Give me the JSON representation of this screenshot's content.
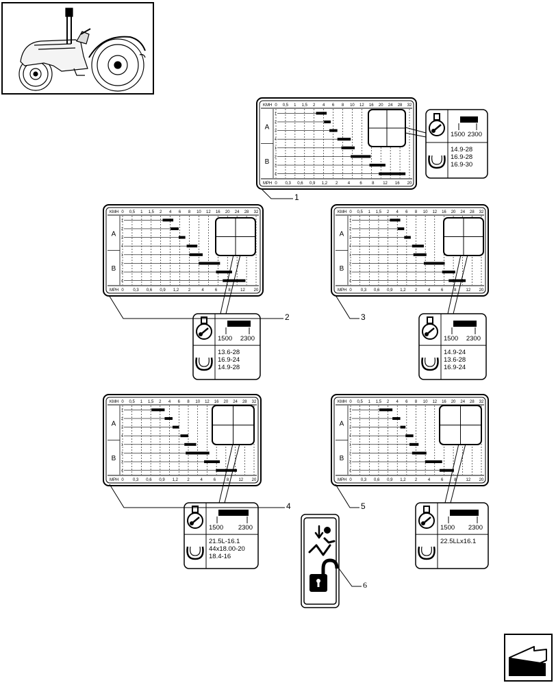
{
  "decals": [
    {
      "callout": "1",
      "scale_kmh": [
        "0",
        "0,5",
        "1",
        "1,5",
        "2",
        "4",
        "6",
        "8",
        "10",
        "12",
        "16",
        "20",
        "24",
        "28",
        "32"
      ],
      "scale_mph": [
        "0",
        "0,3",
        "0,6",
        "0,9",
        "1,2",
        "2",
        "4",
        "6",
        "8",
        "12",
        "16",
        "20"
      ],
      "kmh_label": "KMH",
      "mph_label": "MPH",
      "ranges": [
        "A",
        "B"
      ],
      "gears": [
        "1",
        "2",
        "3",
        "4",
        "1",
        "2",
        "3",
        "4"
      ],
      "rpm_min": "1500",
      "rpm_max": "2300",
      "tyres": [
        "14.9-28",
        "16.9-28",
        "16.9-30"
      ]
    },
    {
      "callout": "2",
      "scale_kmh": [
        "0",
        "0,5",
        "1",
        "1,5",
        "2",
        "4",
        "6",
        "8",
        "10",
        "12",
        "16",
        "20",
        "24",
        "28",
        "32"
      ],
      "scale_mph": [
        "0",
        "0,3",
        "0,6",
        "0,9",
        "1,2",
        "2",
        "4",
        "6",
        "8",
        "12",
        "20"
      ],
      "kmh_label": "KMH",
      "mph_label": "MPH",
      "ranges": [
        "A",
        "B"
      ],
      "gears": [
        "1",
        "2",
        "3",
        "4",
        "1",
        "2",
        "3",
        "4"
      ],
      "rpm_min": "1500",
      "rpm_max": "2300",
      "tyres": [
        "13.6-28",
        "16.9-24",
        "14.9-28"
      ]
    },
    {
      "callout": "3",
      "scale_kmh": [
        "0",
        "0,5",
        "1",
        "1,5",
        "2",
        "4",
        "6",
        "8",
        "10",
        "12",
        "16",
        "20",
        "24",
        "28",
        "32"
      ],
      "scale_mph": [
        "0",
        "0,3",
        "0,6",
        "0,9",
        "1,2",
        "2",
        "4",
        "6",
        "8",
        "12",
        "20"
      ],
      "kmh_label": "KMH",
      "mph_label": "MPH",
      "ranges": [
        "A",
        "B"
      ],
      "gears": [
        "1",
        "2",
        "3",
        "4",
        "1",
        "2",
        "3",
        "4"
      ],
      "rpm_min": "1500",
      "rpm_max": "2300",
      "tyres": [
        "14.9-24",
        "13.6-28",
        "16.9-24"
      ]
    },
    {
      "callout": "4",
      "scale_kmh": [
        "0",
        "0,5",
        "1",
        "1,5",
        "2",
        "4",
        "6",
        "8",
        "10",
        "12",
        "16",
        "20",
        "24",
        "28",
        "32"
      ],
      "scale_mph": [
        "0",
        "0,3",
        "0,6",
        "0,9",
        "1,2",
        "2",
        "4",
        "6",
        "8",
        "12",
        "20"
      ],
      "kmh_label": "KMH",
      "mph_label": "MPH",
      "ranges": [
        "A",
        "B"
      ],
      "gears": [
        "1",
        "2",
        "3",
        "4",
        "1",
        "2",
        "3",
        "4"
      ],
      "rpm_min": "1500",
      "rpm_max": "2300",
      "tyres": [
        "21.5L-16.1",
        "44x18.00-20",
        "18.4-16"
      ]
    },
    {
      "callout": "5",
      "scale_kmh": [
        "0",
        "0,5",
        "1",
        "1,5",
        "2",
        "4",
        "6",
        "8",
        "10",
        "12",
        "16",
        "20",
        "24",
        "28",
        "32"
      ],
      "scale_mph": [
        "0",
        "0,3",
        "0,6",
        "0,9",
        "1,2",
        "2",
        "4",
        "6",
        "8",
        "12",
        "20"
      ],
      "kmh_label": "KMH",
      "mph_label": "MPH",
      "ranges": [
        "A",
        "B"
      ],
      "gears": [
        "1",
        "2",
        "3",
        "4",
        "1",
        "2",
        "3",
        "4"
      ],
      "rpm_min": "1500",
      "rpm_max": "2300",
      "tyres": [
        "22.5LLx16.1"
      ]
    }
  ],
  "seat_decal": {
    "callout": "6"
  },
  "icons": {
    "tractor": "tractor-illustration",
    "speed": "rpm-dial-icon",
    "tyre": "tyre-icon",
    "seat": "seat-occupant-icon",
    "lock": "unlocked-padlock-icon",
    "nav": "next-page-arrow-icon"
  }
}
